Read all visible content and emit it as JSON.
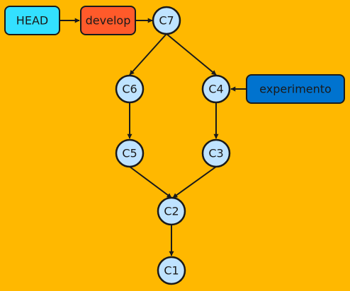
{
  "colors": {
    "background": "#FFB800",
    "commit_fill": "#BFE3FF",
    "stroke": "#1a1a1a",
    "head_fill": "#33E0FF",
    "develop_fill": "#FF5A2A",
    "experimento_fill": "#0073CF"
  },
  "refs": {
    "head": "HEAD",
    "develop": "develop",
    "experimento": "experimento"
  },
  "commits": {
    "c7": "C7",
    "c6": "C6",
    "c4": "C4",
    "c5": "C5",
    "c3": "C3",
    "c2": "C2",
    "c1": "C1"
  }
}
